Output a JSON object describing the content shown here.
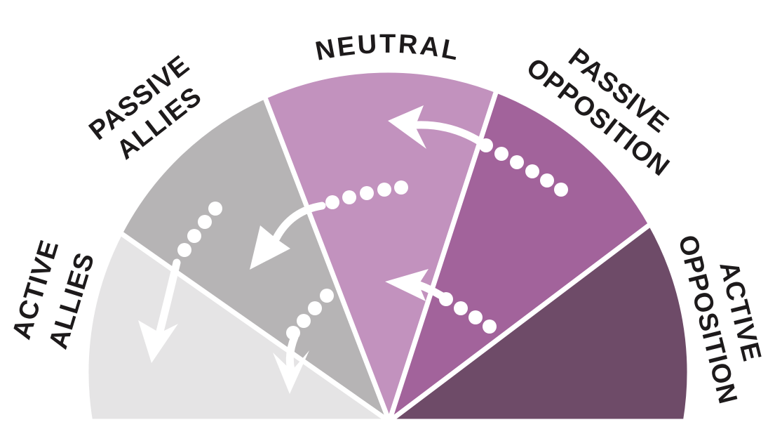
{
  "diagram": {
    "kind": "spectrum-of-allies-semicircle",
    "background_color": "#ffffff",
    "divider_color": "#ffffff",
    "arrow_color": "#ffffff",
    "text_color": "#1d1a1b"
  },
  "wedges": [
    {
      "id": "active-allies",
      "line1": "ACTIVE",
      "line2": "ALLIES",
      "color": "#e5e4e5"
    },
    {
      "id": "passive-allies",
      "line1": "PASSIVE",
      "line2": "ALLIES",
      "color": "#b6b4b5"
    },
    {
      "id": "neutral",
      "line1": "NEUTRAL",
      "line2": "",
      "color": "#c292be"
    },
    {
      "id": "passive-opposition",
      "line1": "PASSIVE",
      "line2": "OPPOSITION",
      "color": "#a2639b"
    },
    {
      "id": "active-opposition",
      "line1": "ACTIVE",
      "line2": "OPPOSITION",
      "color": "#6e4b68"
    }
  ],
  "arrows": [
    {
      "from": "passive-opposition",
      "to": "neutral",
      "position": "upper"
    },
    {
      "from": "passive-opposition",
      "to": "neutral",
      "position": "lower"
    },
    {
      "from": "neutral",
      "to": "passive-allies",
      "position": "middle"
    },
    {
      "from": "passive-allies",
      "to": "active-allies",
      "position": "upper"
    },
    {
      "from": "passive-allies",
      "to": "active-allies",
      "position": "lower"
    }
  ]
}
